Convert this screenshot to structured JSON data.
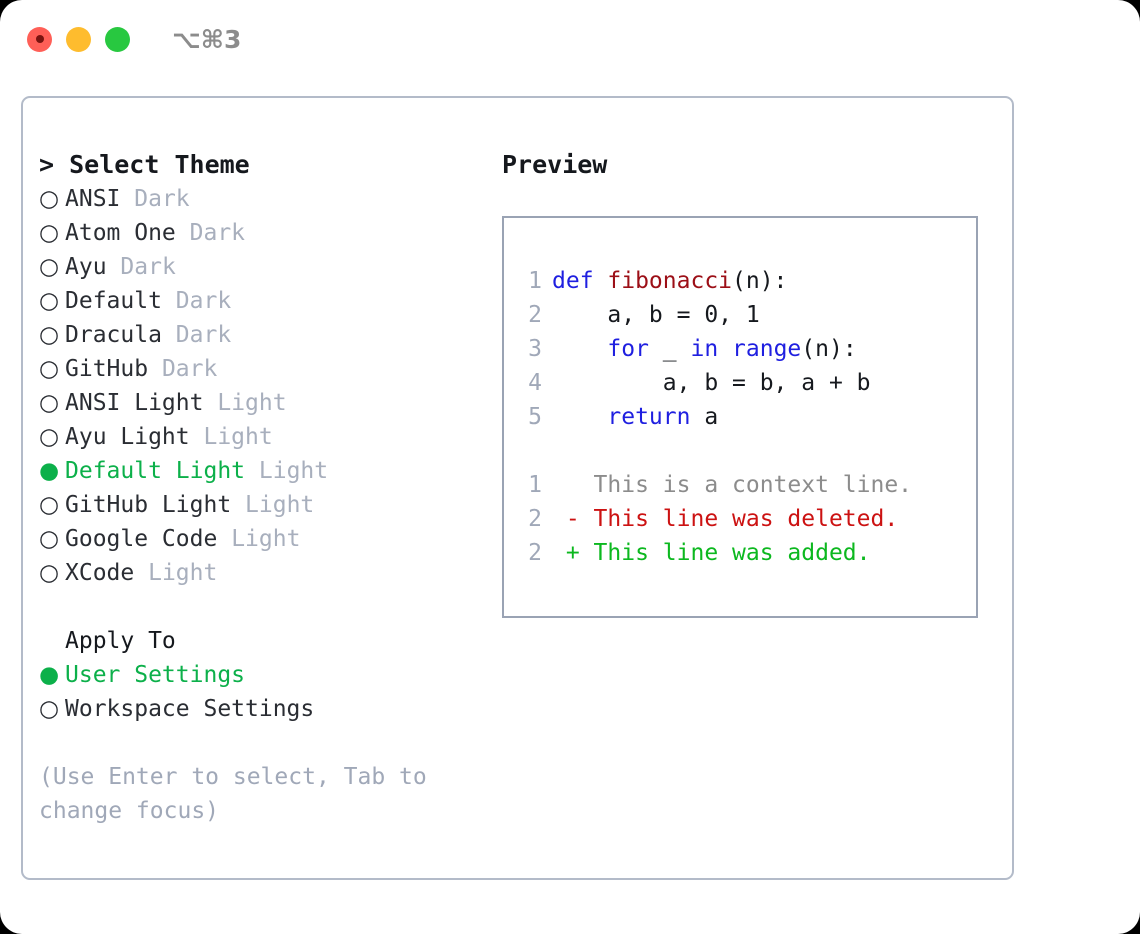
{
  "titlebar": {
    "shortcut": "⌥⌘3",
    "lights": [
      {
        "name": "close",
        "color": "#ff5f57"
      },
      {
        "name": "minimize",
        "color": "#febc2e"
      },
      {
        "name": "maximize",
        "color": "#28c840"
      }
    ]
  },
  "theme_picker": {
    "heading": "> Select Theme",
    "selected_marker": "●",
    "unselected_marker": "○",
    "accent_color": "#0cb04a",
    "items": [
      {
        "name": "ANSI",
        "tag": "Dark",
        "selected": false
      },
      {
        "name": "Atom One",
        "tag": "Dark",
        "selected": false
      },
      {
        "name": "Ayu",
        "tag": "Dark",
        "selected": false
      },
      {
        "name": "Default",
        "tag": "Dark",
        "selected": false
      },
      {
        "name": "Dracula",
        "tag": "Dark",
        "selected": false
      },
      {
        "name": "GitHub",
        "tag": "Dark",
        "selected": false
      },
      {
        "name": "ANSI Light",
        "tag": "Light",
        "selected": false
      },
      {
        "name": "Ayu Light",
        "tag": "Light",
        "selected": false
      },
      {
        "name": "Default Light",
        "tag": "Light",
        "selected": true
      },
      {
        "name": "GitHub Light",
        "tag": "Light",
        "selected": false
      },
      {
        "name": "Google Code",
        "tag": "Light",
        "selected": false
      },
      {
        "name": "XCode",
        "tag": "Light",
        "selected": false
      }
    ]
  },
  "apply_to": {
    "heading": "Apply To",
    "items": [
      {
        "name": "User Settings",
        "selected": true
      },
      {
        "name": "Workspace Settings",
        "selected": false
      }
    ]
  },
  "hint": "(Use Enter to select, Tab to change focus)",
  "preview": {
    "title": "Preview",
    "code_lines": [
      {
        "no": "1",
        "tokens": [
          {
            "t": "def ",
            "c": "kw"
          },
          {
            "t": "fibonacci",
            "c": "fn"
          },
          {
            "t": "(n):",
            "c": "plain"
          }
        ]
      },
      {
        "no": "2",
        "tokens": [
          {
            "t": "    a, b = 0, 1",
            "c": "plain"
          }
        ]
      },
      {
        "no": "3",
        "tokens": [
          {
            "t": "    ",
            "c": "plain"
          },
          {
            "t": "for",
            "c": "kw"
          },
          {
            "t": " _ ",
            "c": "plain"
          },
          {
            "t": "in",
            "c": "kw"
          },
          {
            "t": " ",
            "c": "plain"
          },
          {
            "t": "range",
            "c": "kw"
          },
          {
            "t": "(n):",
            "c": "plain"
          }
        ]
      },
      {
        "no": "4",
        "tokens": [
          {
            "t": "        a, b = b, a + b",
            "c": "plain"
          }
        ]
      },
      {
        "no": "5",
        "tokens": [
          {
            "t": "    ",
            "c": "plain"
          },
          {
            "t": "return",
            "c": "kw"
          },
          {
            "t": " a",
            "c": "plain"
          }
        ]
      }
    ],
    "diff_lines": [
      {
        "no": "1",
        "tokens": [
          {
            "t": "   This is a context line.",
            "c": "ctx"
          }
        ]
      },
      {
        "no": "2",
        "tokens": [
          {
            "t": " - This line was deleted.",
            "c": "del"
          }
        ]
      },
      {
        "no": "2",
        "tokens": [
          {
            "t": " + This line was added.",
            "c": "add"
          }
        ]
      }
    ]
  }
}
